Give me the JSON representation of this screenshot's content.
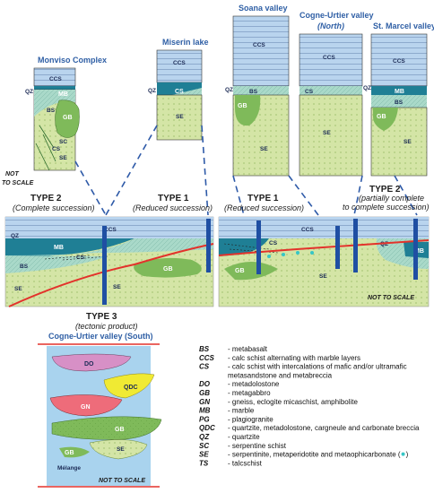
{
  "sections": {
    "monviso": "Monviso Complex",
    "miserin": "Miserin lake",
    "soana": "Soana valley",
    "cogne_north_1": "Cogne-Urtier valley",
    "cogne_north_2": "(North)",
    "st_marcel": "St. Marcel valley",
    "cogne_south": "Cogne-Urtier valley (South)"
  },
  "types": {
    "type2_left": "TYPE 2",
    "type2_left_sub": "(Complete succession)",
    "type1_left": "TYPE 1",
    "type1_left_sub": "(Reduced succession)",
    "type1_right": "TYPE 1",
    "type1_right_sub": "(Reduced succession)",
    "type2_right": "TYPE 2",
    "type2_right_sub1": "(partially complete",
    "type2_right_sub2": "to complete succession)",
    "type3": "TYPE 3",
    "type3_sub": "(tectonic product)"
  },
  "notes": {
    "not_to_scale": "NOT TO SCALE",
    "not": "NOT",
    "to_scale": "TO SCALE"
  },
  "units": {
    "ccs": "CCS",
    "qz": "QZ",
    "mb": "MB",
    "bs": "BS",
    "cs": "CS",
    "gb": "GB",
    "sc": "SC",
    "se": "SE",
    "do": "DO",
    "qdc": "QDC",
    "gn": "GN",
    "melange": "Mélange"
  },
  "legend": [
    {
      "code": "BS",
      "desc": "- metabasalt"
    },
    {
      "code": "CCS",
      "desc": "- calc schist alternating with marble layers"
    },
    {
      "code": "CS",
      "desc": "- calc schist with intercalations of mafic and/or ultramafic"
    },
    {
      "code": "",
      "desc": "metasandstone and metabreccia"
    },
    {
      "code": "DO",
      "desc": "- metadolostone"
    },
    {
      "code": "GB",
      "desc": "- metagabbro"
    },
    {
      "code": "GN",
      "desc": "- gneiss, eclogite micaschist, amphibolite"
    },
    {
      "code": "MB",
      "desc": "- marble"
    },
    {
      "code": "PG",
      "desc": "- plagiogranite"
    },
    {
      "code": "QDC",
      "desc": "- quartzite, metadolostone, cargneule and carbonate breccia"
    },
    {
      "code": "QZ",
      "desc": "- quartzite"
    },
    {
      "code": "SC",
      "desc": "- serpentine schist"
    },
    {
      "code": "SE",
      "desc": "- serpentinite, metaperidotite and metaophicarbonate ("
    },
    {
      "code": "TS",
      "desc": "- talcschist"
    }
  ],
  "legend_symbol_suffix": ")",
  "colors": {
    "ccs": "#b9d4ee",
    "mb": "#1f7f95",
    "bs": "#a9d9c9",
    "se": "#d4e5a6",
    "gb": "#7fba5a",
    "ultramafic": "#37c6c6",
    "fault": "#e3322b",
    "column": "#1f4fa3",
    "section_bg": "#a9d3ee",
    "do": "#d790c6",
    "qdc": "#f0ea33",
    "gn": "#ee6c7a",
    "leader": "#2e5aa8"
  }
}
